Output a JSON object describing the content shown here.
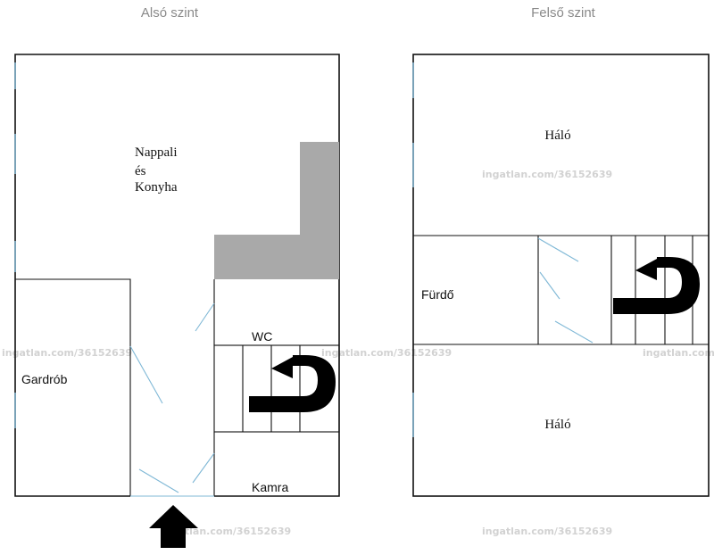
{
  "floors": {
    "lower": {
      "title": "Alsó szint",
      "rooms": {
        "living_line1": "Nappali",
        "living_line2": "és",
        "living_line3": "Konyha",
        "wardrobe": "Gardrób",
        "wc": "WC",
        "pantry": "Kamra"
      }
    },
    "upper": {
      "title": "Felső szint",
      "rooms": {
        "bedroom_top": "Háló",
        "bathroom": "Fürdő",
        "bedroom_bottom": "Háló"
      }
    }
  },
  "watermark": "ingatlan.com/36152639",
  "colors": {
    "wall": "#111111",
    "kitchen_counter": "#a9a9a9",
    "door_swing": "#7fb8d6",
    "watermark": "#d2d2d2"
  },
  "icons": {
    "stair_arrow": "u-turn-arrow-icon",
    "entrance_arrow": "arrow-up-icon"
  }
}
